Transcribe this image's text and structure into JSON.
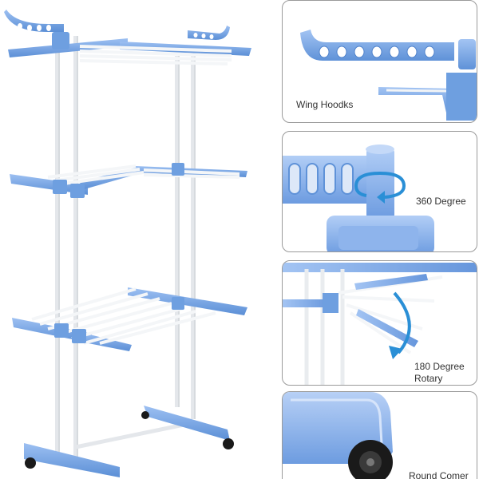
{
  "captions": {
    "wing_hooks": "Wing Hoodks",
    "rotate_360": "360 Degree",
    "rotary_180": "180 Degree Rotary",
    "round_corner": "Round Comer"
  },
  "colors": {
    "plastic_blue": "#7aa8e8",
    "plastic_blue_dark": "#4f82cc",
    "rail_white": "#f4f6f8",
    "arrow_blue": "#2a8fd6",
    "caster_black": "#1a1a1a"
  }
}
